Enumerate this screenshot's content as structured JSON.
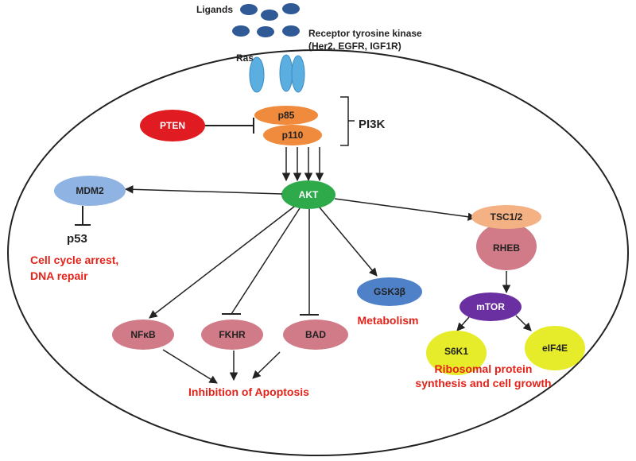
{
  "colors": {
    "pten": "#e11b22",
    "p85_p110": "#f08a3c",
    "akt": "#2eaa4a",
    "mdm2": "#8fb4e3",
    "ras": "#5aaee0",
    "ligand": "#2f5a96",
    "pink": "#d07b87",
    "gsk": "#4f81c8",
    "tsc": "#f4b183",
    "mtor": "#6a2fa0",
    "yellow": "#e6ec2a",
    "red_text": "#e2231a",
    "line": "#222222"
  },
  "top": {
    "ligands": "Ligands",
    "receptor_line1": "Receptor tyrosine kinase",
    "receptor_line2": "(Her2, EGFR, IGF1R)",
    "ras": "Ras"
  },
  "pi3k": {
    "label": "PI3K",
    "p85": "p85",
    "p110": "p110",
    "pten": "PTEN"
  },
  "nodes": {
    "akt": "AKT",
    "mdm2": "MDM2",
    "p53": "p53",
    "nfkb": "NFκB",
    "fkhr": "FKHR",
    "bad": "BAD",
    "gsk3b": "GSK3β",
    "tsc": "TSC1/2",
    "rheb": "RHEB",
    "mtor": "mTOR",
    "s6k1": "S6K1",
    "eif4e": "eIF4E"
  },
  "outcomes": {
    "cell_cycle_line1": "Cell cycle arrest,",
    "cell_cycle_line2": "DNA repair",
    "metabolism": "Metabolism",
    "apoptosis": "Inhibition of Apoptosis",
    "ribosomal_line1": "Ribosomal protein",
    "ribosomal_line2": "synthesis and cell growth"
  }
}
